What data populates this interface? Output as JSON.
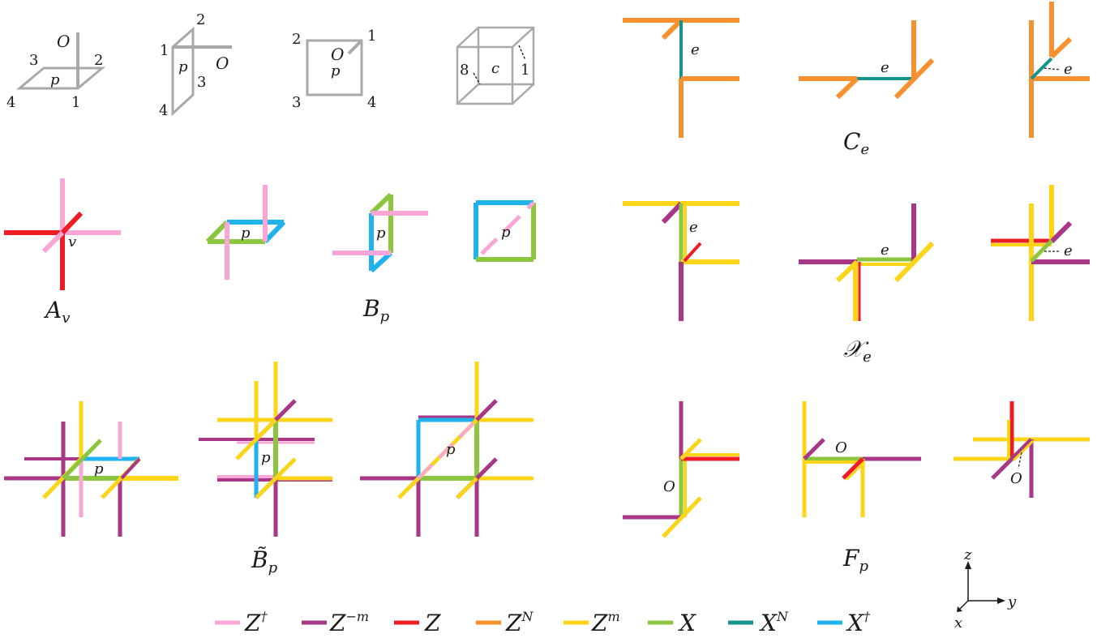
{
  "colors": {
    "gray": "#a9a9a9",
    "pink": "#f7a6d5",
    "purple": "#a83788",
    "red": "#ee1c25",
    "orange": "#f7902f",
    "yellow": "#fcd518",
    "green": "#8cc63e",
    "teal": "#14928c",
    "cyan": "#1fb2ec",
    "black": "#1a1a1a"
  },
  "labels": {
    "O": "O",
    "p": "p",
    "c": "c",
    "e": "e",
    "v": "v",
    "n1": "1",
    "n2": "2",
    "n3": "3",
    "n4": "4",
    "n8": "8"
  },
  "operator_names": {
    "Ce": "C",
    "Ce_sub": "e",
    "Av": "A",
    "Av_sub": "v",
    "Bp": "B",
    "Bp_sub": "p",
    "Xe": "𝒳",
    "Xe_sub": "e",
    "Btp": "B̃",
    "Btp_sub": "p",
    "Fp": "F",
    "Fp_sub": "p"
  },
  "axes": {
    "z": "z",
    "y": "y",
    "x": "x"
  },
  "legend": [
    {
      "base": "Z",
      "sup": "†",
      "color": "#f7a6d5"
    },
    {
      "base": "Z",
      "sup": "−m",
      "color": "#a83788"
    },
    {
      "base": "Z",
      "sup": "",
      "color": "#ee1c25"
    },
    {
      "base": "Z",
      "sup": "N",
      "color": "#f7902f"
    },
    {
      "base": "Z",
      "sup": "m",
      "color": "#fcd518"
    },
    {
      "base": "X",
      "sup": "",
      "color": "#8cc63e"
    },
    {
      "base": "X",
      "sup": "N",
      "color": "#14928c"
    },
    {
      "base": "X",
      "sup": "†",
      "color": "#1fb2ec"
    }
  ]
}
